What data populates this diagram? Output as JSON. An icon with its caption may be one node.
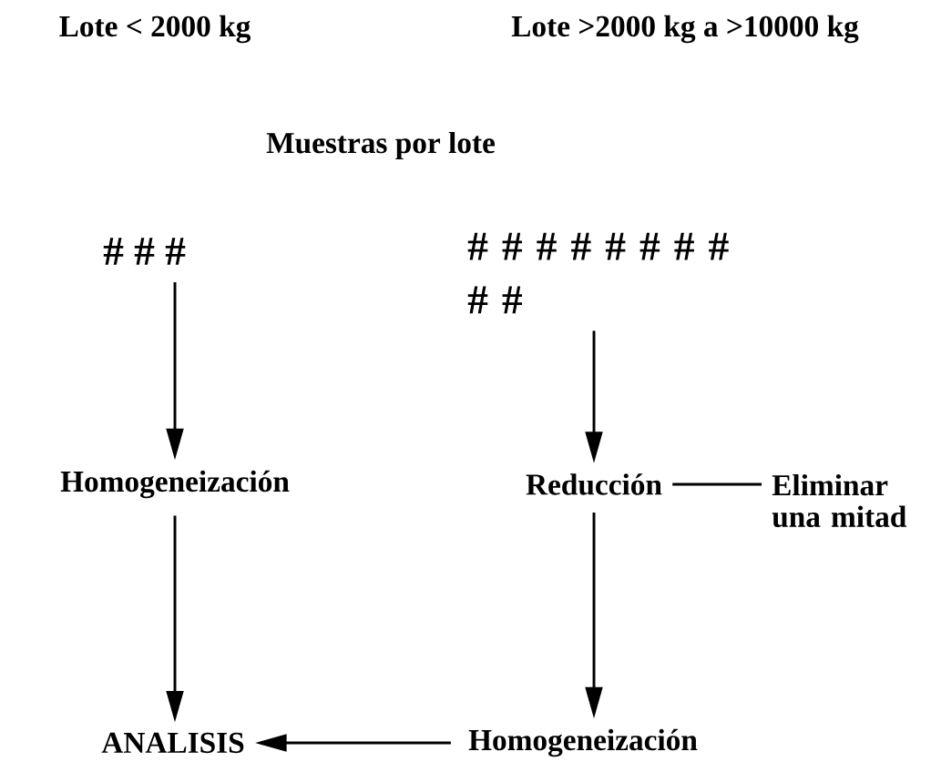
{
  "diagram": {
    "nodes": [
      {
        "text": [
          "# # #"
        ]
      },
      {
        "text": [
          "# # # # # # # # # #"
        ]
      },
      {
        "text": [
          "Homogeneización"
        ]
      },
      {
        "text": [
          "Reducción"
        ]
      },
      {
        "text": [
          "Eliminar una mitad"
        ]
      },
      {
        "text": [
          "ANALISIS"
        ]
      },
      {
        "text": [
          "Homogeneización"
        ]
      }
    ],
    "edges": [
      {
        "from": 0,
        "to": 2,
        "arrow": "to"
      },
      {
        "from": 1,
        "to": 3,
        "arrow": "to"
      },
      {
        "from": 2,
        "to": 5,
        "arrow": "to"
      },
      {
        "from": 3,
        "to": 6,
        "arrow": "to"
      },
      {
        "from": 3,
        "to": 4,
        "arrow": "none"
      },
      {
        "from": 6,
        "to": 5,
        "arrow": "to"
      }
    ],
    "labels": [
      "Lote < 2000 kg",
      "Lote >2000 kg a >10000 kg",
      "Muestras por lote"
    ]
  }
}
